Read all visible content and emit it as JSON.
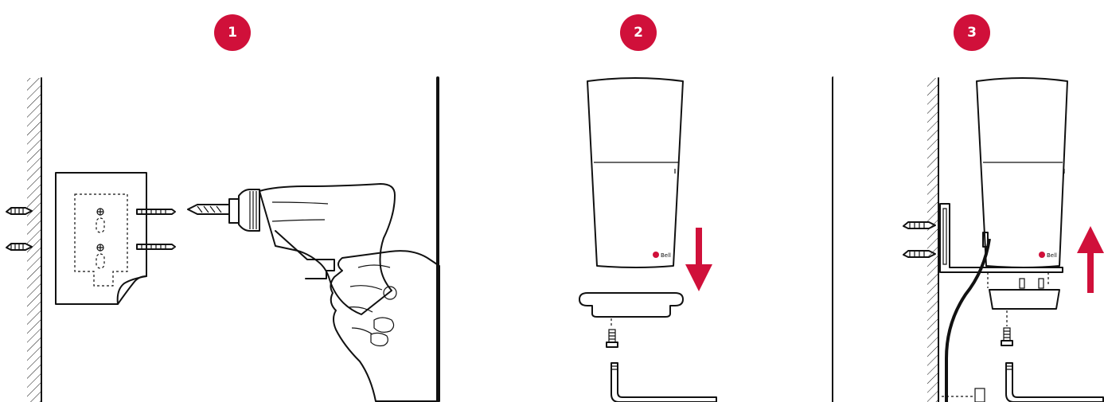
{
  "steps": [
    {
      "number": "1"
    },
    {
      "number": "2"
    },
    {
      "number": "3"
    }
  ],
  "colors": {
    "accent": "#d0103a",
    "ink": "#111111",
    "background": "#ffffff"
  },
  "icons": [
    "wall-hatch-icon",
    "anchor-plug-icon",
    "mounting-template-icon",
    "screw-icon",
    "drill-icon",
    "hand-icon",
    "speaker-icon",
    "base-plate-icon",
    "arrow-down-icon",
    "arrow-up-icon",
    "wall-bracket-icon",
    "cable-icon"
  ]
}
